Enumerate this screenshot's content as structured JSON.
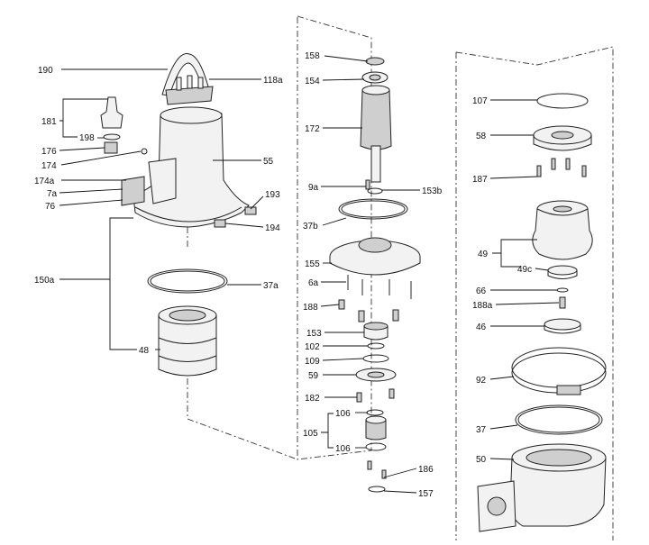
{
  "labels": {
    "l190": "190",
    "l118a": "118a",
    "l181": "181",
    "l198": "198",
    "l176": "176",
    "l174": "174",
    "l174a": "174a",
    "l7a": "7a",
    "l76": "76",
    "l55": "55",
    "l193": "193",
    "l194": "194",
    "l150a": "150a",
    "l37a": "37a",
    "l48": "48",
    "l158": "158",
    "l154": "154",
    "l172": "172",
    "l9a": "9a",
    "l153b": "153b",
    "l37b": "37b",
    "l155": "155",
    "l6a": "6a",
    "l188": "188",
    "l153": "153",
    "l102": "102",
    "l109": "109",
    "l59": "59",
    "l182": "182",
    "l106a": "106",
    "l105": "105",
    "l106b": "106",
    "l186": "186",
    "l157": "157",
    "l107": "107",
    "l58": "58",
    "l187": "187",
    "l49": "49",
    "l49c": "49c",
    "l66": "66",
    "l188a": "188a",
    "l46": "46",
    "l92": "92",
    "l37": "37",
    "l50": "50"
  }
}
